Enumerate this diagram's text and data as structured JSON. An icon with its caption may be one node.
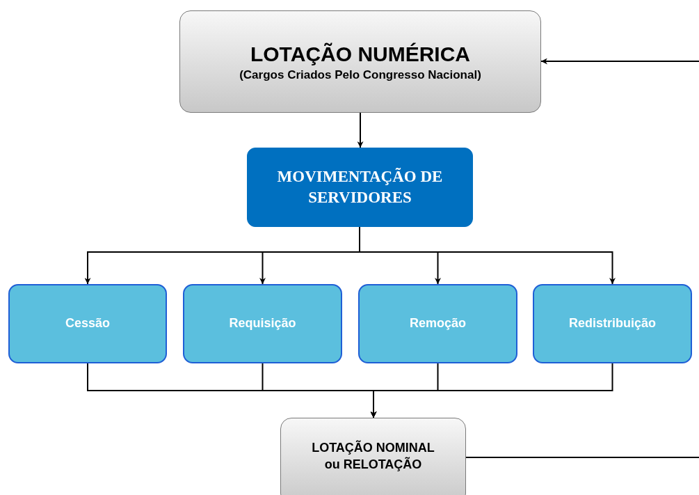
{
  "diagram": {
    "nodes": [
      {
        "text": [
          "LOTAÇÃO NUMÉRICA",
          "(Cargos Criados Pelo Congresso Nacional)"
        ]
      },
      {
        "text": [
          "MOVIMENTAÇÃO DE SERVIDORES"
        ]
      },
      {
        "text": [
          "Cessão"
        ]
      },
      {
        "text": [
          "Requisição"
        ]
      },
      {
        "text": [
          "Remoção"
        ]
      },
      {
        "text": [
          "Redistribuição"
        ]
      },
      {
        "text": [
          "LOTAÇÃO NOMINAL ou RELOTAÇÃO"
        ]
      }
    ],
    "edges": [
      {
        "from": 0,
        "to": 1,
        "arrow": "to"
      },
      {
        "from": 1,
        "to": 2,
        "arrow": "to"
      },
      {
        "from": 1,
        "to": 3,
        "arrow": "to"
      },
      {
        "from": 1,
        "to": 4,
        "arrow": "to"
      },
      {
        "from": 1,
        "to": 5,
        "arrow": "to"
      },
      {
        "from": 2,
        "to": 6,
        "arrow": "to"
      },
      {
        "from": 3,
        "to": 6,
        "arrow": "to"
      },
      {
        "from": 4,
        "to": 6,
        "arrow": "to"
      },
      {
        "from": 5,
        "to": 6,
        "arrow": "to"
      },
      {
        "from": 6,
        "to": 0,
        "arrow": "to"
      }
    ]
  }
}
